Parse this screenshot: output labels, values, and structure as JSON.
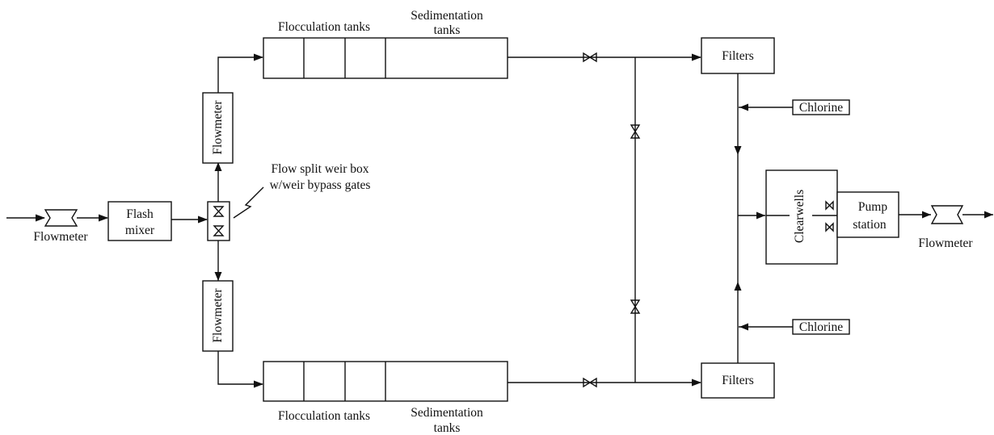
{
  "labels": {
    "flowmeter_in": "Flowmeter",
    "flash_mixer_l1": "Flash",
    "flash_mixer_l2": "mixer",
    "flowmeter_top": "Flowmeter",
    "flowmeter_bottom": "Flowmeter",
    "weir_box_l1": "Flow split weir box",
    "weir_box_l2": "w/weir bypass gates",
    "floc_top": "Flocculation tanks",
    "sed_top_l1": "Sedimentation",
    "sed_top_l2": "tanks",
    "floc_bottom": "Flocculation tanks",
    "sed_bottom_l1": "Sedimentation",
    "sed_bottom_l2": "tanks",
    "filters_top": "Filters",
    "filters_bottom": "Filters",
    "chlorine_top": "Chlorine",
    "chlorine_bottom": "Chlorine",
    "clearwells": "Clearwells",
    "pump_l1": "Pump",
    "pump_l2": "station",
    "flowmeter_out": "Flowmeter"
  }
}
